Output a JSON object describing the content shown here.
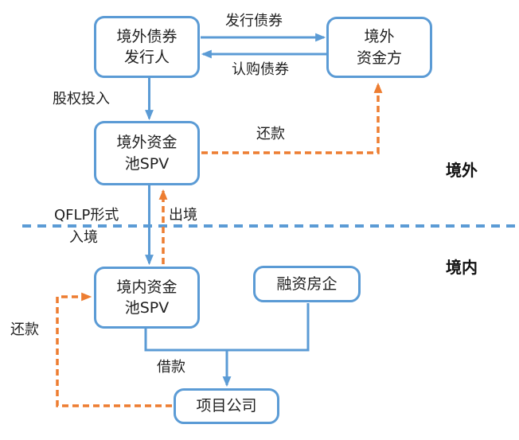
{
  "colors": {
    "blue": "#5B9BD5",
    "orange": "#ED7D31",
    "text": "#1f1f1f"
  },
  "regions": {
    "offshore": "境外",
    "onshore": "境内"
  },
  "nodes": {
    "offshore_issuer": {
      "label": "境外债券\n发行人"
    },
    "offshore_capital": {
      "label": "境外\n资金方"
    },
    "offshore_pool_spv": {
      "label": "境外资金\n池SPV"
    },
    "onshore_pool_spv": {
      "label": "境内资金\n池SPV"
    },
    "financing_developer": {
      "label": "融资房企"
    },
    "project_company": {
      "label": "项目公司"
    }
  },
  "edge_labels": {
    "issue_bonds": "发行债券",
    "subscribe_bonds": "认购债券",
    "equity_injection": "股权投入",
    "repay_offshore": "还款",
    "qflp_mode": "QFLP形式",
    "enter_border": "入境",
    "exit_border": "出境",
    "loan": "借款",
    "repay_onshore": "还款"
  }
}
